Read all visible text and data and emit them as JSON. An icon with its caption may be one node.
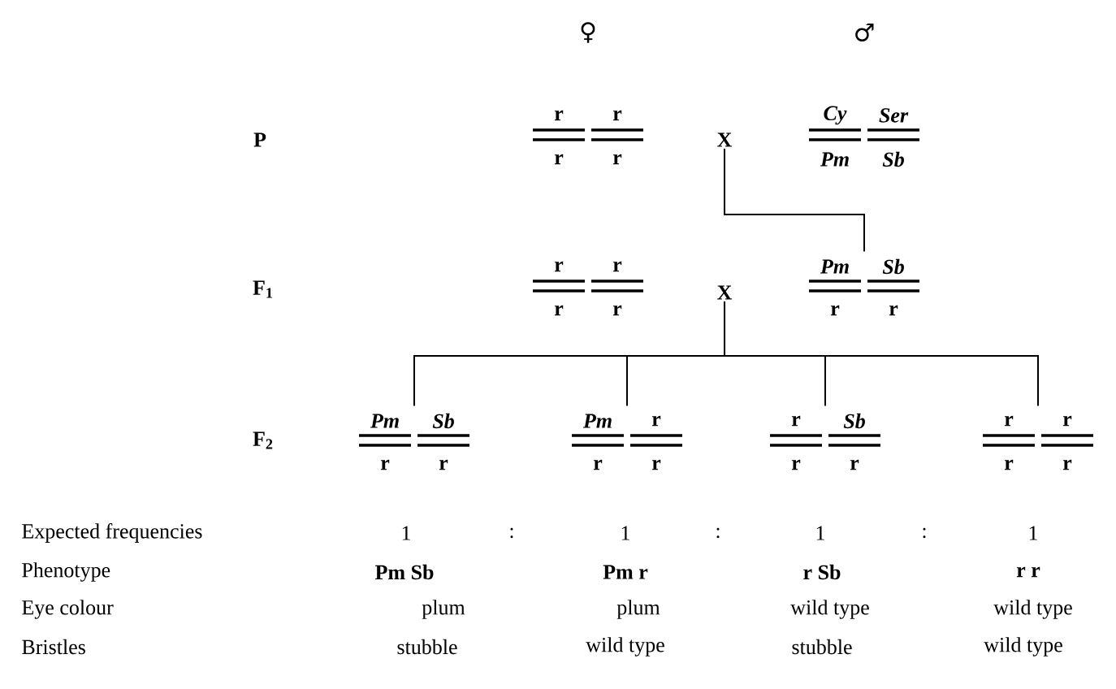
{
  "diagram": {
    "nodes": [
      {
        "text": [
          "r",
          "r",
          "r",
          "r"
        ]
      },
      {
        "text": [
          "X"
        ]
      },
      {
        "text": [
          "Cy",
          "Ser",
          "Pm",
          "Sb"
        ]
      },
      {
        "text": [
          "r",
          "r",
          "r",
          "r"
        ]
      },
      {
        "text": [
          "X"
        ]
      },
      {
        "text": [
          "Pm",
          "Sb",
          "r",
          "r"
        ]
      },
      {
        "text": [
          "Pm",
          "Sb",
          "r",
          "r"
        ]
      },
      {
        "text": [
          "Pm",
          "r",
          "r",
          "r"
        ]
      },
      {
        "text": [
          "r",
          "Sb",
          "r",
          "r"
        ]
      },
      {
        "text": [
          "r",
          "r",
          "r",
          "r"
        ]
      }
    ],
    "edges": [
      {
        "from": 1,
        "to": 5,
        "arrow": "none"
      },
      {
        "from": 4,
        "to": 6,
        "arrow": "none"
      },
      {
        "from": 4,
        "to": 7,
        "arrow": "none"
      },
      {
        "from": 4,
        "to": 8,
        "arrow": "none"
      },
      {
        "from": 4,
        "to": 9,
        "arrow": "none"
      }
    ],
    "labels": [
      "♀",
      "♂",
      "P",
      "F$_{1}$",
      "F$_{2}$",
      "Expected frequencies",
      "1",
      ":",
      "1",
      ":",
      "1",
      ":",
      "1",
      "Phenotype",
      "Pm Sb",
      "Pm r",
      "r Sb",
      "r r",
      "Eye colour",
      "plum",
      "plum",
      "wild type",
      "wild type",
      "Bristles",
      "stubble",
      "wild type",
      "stubble",
      "wild type"
    ]
  }
}
